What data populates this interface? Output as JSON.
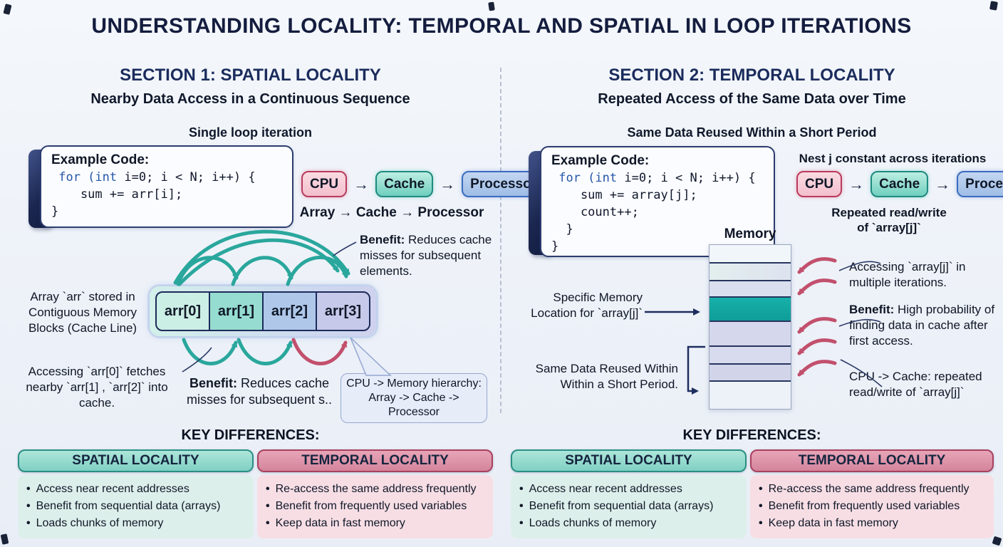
{
  "title": "UNDERSTANDING LOCALITY: TEMPORAL AND SPATIAL IN LOOP ITERATIONS",
  "palette": {
    "background": "#edf1f8",
    "navy": "#1e2b5a",
    "teal_arrow": "#2aa79d",
    "red_arrow": "#c2506d",
    "cpu_fill": "#f3bfcd",
    "cpu_border": "#b93a5c",
    "cache_fill": "#6fcfbe",
    "cache_border": "#1f8a7f",
    "processor_fill": "#9fbde6",
    "processor_border": "#3a6bbf",
    "memory_highlight": "#12a7a1"
  },
  "section1": {
    "heading": "SECTION 1: SPATIAL LOCALITY",
    "subtitle": "Nearby Data Access in a Continuous Sequence",
    "caption": "Single loop iteration",
    "code": {
      "label": "Example Code:",
      "line1_kw": " for (int",
      "line1_rest": " i=0; i < N; i++) {",
      "line2": "    sum += arr[i];",
      "line3": "}"
    },
    "flow": {
      "nodes": [
        "CPU",
        "Cache",
        "Processor"
      ],
      "arrow": "→",
      "caption": "Array → Cache → Processor"
    },
    "benefit_top_label": "Benefit:",
    "benefit_top_text": " Reduces cache misses for subsequent elements.",
    "array_label": "Array `arr` stored in Contiguous Memory Blocks (Cache Line)",
    "array_cells": [
      "arr[0]",
      "arr[1]",
      "arr[2]",
      "arr[3]"
    ],
    "note_left": "Accessing `arr[0]` fetches nearby `arr[1] , `arr[2]` into cache.",
    "benefit_bottom_label": "Benefit:",
    "benefit_bottom_text": " Reduces cache misses for subsequent s..",
    "callout": "CPU -> Memory hierarchy: Array -> Cache -> Processor"
  },
  "section2": {
    "heading": "SECTION 2: TEMPORAL LOCALITY",
    "subtitle": "Repeated Access of the Same Data over Time",
    "caption": "Same Data Reused Within a Short Period",
    "code": {
      "label": "Example Code:",
      "line1_kw": " for (int",
      "line1_rest": " i=0; i < N; i++) {",
      "line2": "    sum += array[j];",
      "line3": "    count++;",
      "line4": "  }",
      "line5": "}"
    },
    "nest_note": "Nest j constant across iterations",
    "flow": {
      "nodes": [
        "CPU",
        "Cache",
        "Processor"
      ],
      "arrow": "→",
      "caption_line1": "Repeated read/write",
      "caption_line2": "of `array[j]`"
    },
    "memory": {
      "label": "Memory",
      "row_count": 8,
      "highlight_row": 4,
      "highlight_color": "#12a7a1"
    },
    "left_label_specific": "Specific Memory Location for `array[j]`",
    "left_label_reuse": "Same Data Reused Within Within a Short Period.",
    "right_note_access": "Accessing `array[j]` in multiple iterations.",
    "right_benefit_label": "Benefit:",
    "right_benefit_text": " High probability of finding data in cache after first access.",
    "right_note_cpu": "CPU -> Cache: repeated read/write of `array[j]`"
  },
  "key_differences": {
    "heading": "KEY DIFFERENCES:",
    "spatial": {
      "title": "SPATIAL LOCALITY",
      "bullets": [
        "Access near recent addresses",
        "Benefit from sequential data (arrays)",
        "Loads chunks of memory"
      ]
    },
    "temporal": {
      "title": "TEMPORAL LOCALITY",
      "bullets": [
        "Re-access the same address frequently",
        "Benefit from frequently used variables",
        "Keep data in fast memory"
      ]
    }
  }
}
